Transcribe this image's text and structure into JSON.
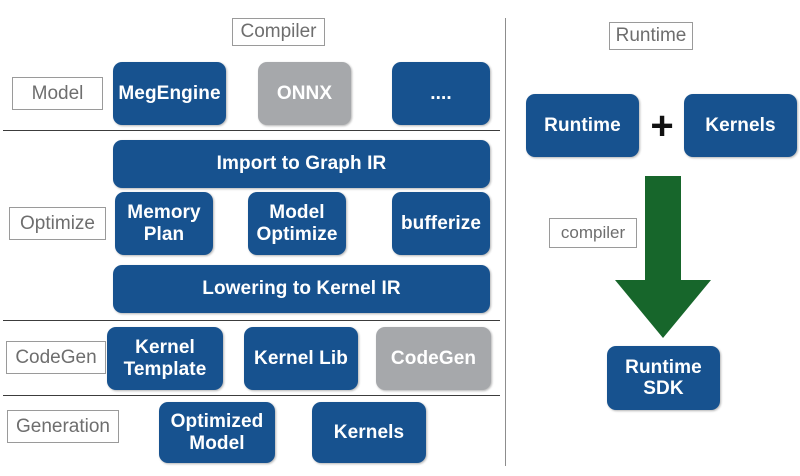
{
  "diagram": {
    "title_left": "Compiler",
    "title_right": "Runtime",
    "colors": {
      "node_blue": "#17528F",
      "node_gray": "#A6A8AB",
      "arrow_green": "#17662B",
      "tag_text": "#6E6E6E",
      "divider": "#8D8D8D",
      "row_rule": "#3C3C3C"
    }
  },
  "compiler": {
    "title": "Compiler",
    "rows": [
      {
        "label": "Model",
        "nodes": [
          {
            "text": "MegEngine",
            "style": "blue"
          },
          {
            "text": "ONNX",
            "style": "gray"
          },
          {
            "text": "....",
            "style": "blue"
          }
        ]
      },
      {
        "label": "Optimize",
        "banner_top": "Import to Graph IR",
        "nodes": [
          {
            "text": "Memory\nPlan",
            "style": "blue"
          },
          {
            "text": "Model\nOptimize",
            "style": "blue"
          },
          {
            "text": "bufferize",
            "style": "blue"
          }
        ],
        "banner_bottom": "Lowering to Kernel IR"
      },
      {
        "label": "CodeGen",
        "nodes": [
          {
            "text": "Kernel\nTemplate",
            "style": "blue"
          },
          {
            "text": "Kernel Lib",
            "style": "blue"
          },
          {
            "text": "CodeGen",
            "style": "gray"
          }
        ]
      },
      {
        "label": "Generation",
        "nodes": [
          {
            "text": "Optimized\nModel",
            "style": "blue"
          },
          {
            "text": "Kernels",
            "style": "blue"
          }
        ]
      }
    ]
  },
  "runtime": {
    "title": "Runtime",
    "inputs": [
      {
        "text": "Runtime",
        "style": "blue"
      },
      {
        "text": "Kernels",
        "style": "blue"
      }
    ],
    "operator": "+",
    "arrow_label": "compiler",
    "output": {
      "text": "Runtime\nSDK",
      "style": "blue"
    }
  }
}
